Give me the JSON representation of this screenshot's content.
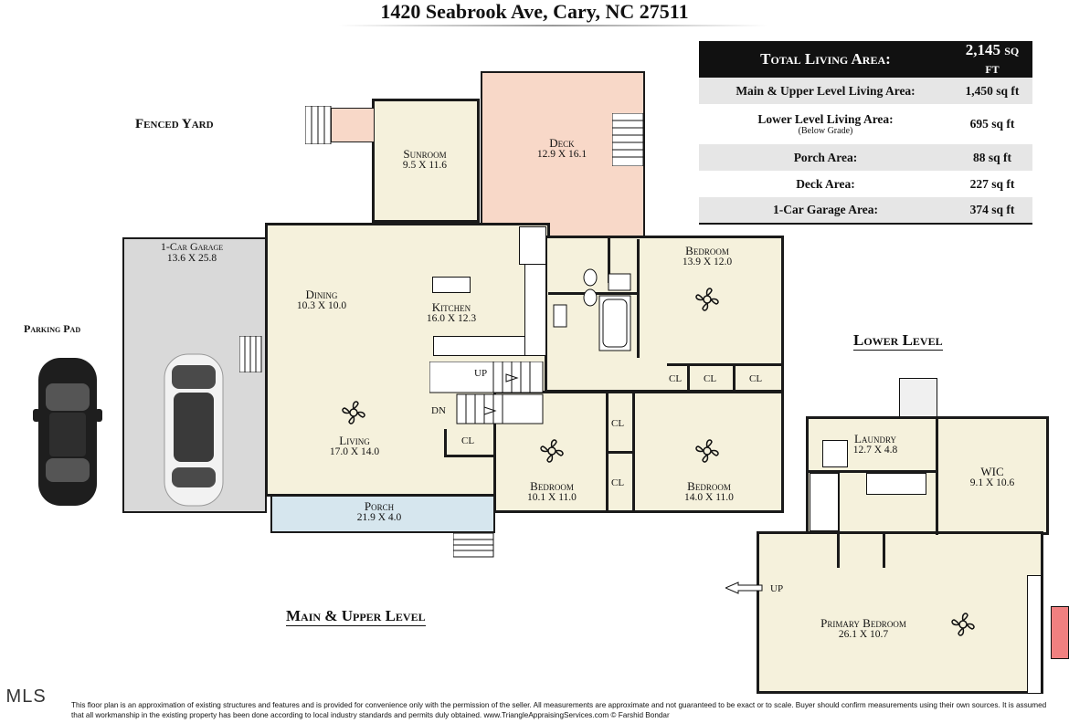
{
  "title": "1420 Seabrook Ave, Cary, NC 27511",
  "area_table": {
    "total_label": "Total Living Area:",
    "total_value": "2,145 sq ft",
    "rows": [
      {
        "label": "Main & Upper Level Living Area:",
        "sub": "",
        "value": "1,450 sq ft"
      },
      {
        "label": "Lower Level Living Area:",
        "sub": "(Below Grade)",
        "value": "695 sq ft"
      },
      {
        "label": "Porch Area:",
        "sub": "",
        "value": "88 sq ft"
      },
      {
        "label": "Deck Area:",
        "sub": "",
        "value": "227 sq ft"
      },
      {
        "label": "1-Car Garage Area:",
        "sub": "",
        "value": "374 sq ft"
      }
    ]
  },
  "outdoor": {
    "fenced_yard": "Fenced Yard",
    "parking_pad": "Parking Pad"
  },
  "levels": {
    "main": "Main & Upper Level",
    "lower": "Lower Level"
  },
  "rooms": {
    "sunroom": {
      "name": "Sunroom",
      "dim": "9.5 X 11.6"
    },
    "deck": {
      "name": "Deck",
      "dim": "12.9 X 16.1"
    },
    "garage": {
      "name": "1-Car Garage",
      "dim": "13.6 X 25.8"
    },
    "dining": {
      "name": "Dining",
      "dim": "10.3 X 10.0"
    },
    "kitchen": {
      "name": "Kitchen",
      "dim": "16.0 X 12.3"
    },
    "living": {
      "name": "Living",
      "dim": "17.0 X 14.0"
    },
    "porch": {
      "name": "Porch",
      "dim": "21.9 X 4.0"
    },
    "bedroom1": {
      "name": "Bedroom",
      "dim": "13.9 X 12.0"
    },
    "bedroom2": {
      "name": "Bedroom",
      "dim": "10.1 X 11.0"
    },
    "bedroom3": {
      "name": "Bedroom",
      "dim": "14.0 X 11.0"
    },
    "laundry": {
      "name": "Laundry",
      "dim": "12.7 X 4.8"
    },
    "wic": {
      "name": "WIC",
      "dim": "9.1 X 10.6"
    },
    "primary": {
      "name": "Primary Bedroom",
      "dim": "26.1 X 10.7"
    }
  },
  "closet_label": "CL",
  "stairs": {
    "up": "UP",
    "down": "DN"
  },
  "mls": " MLS",
  "disclaimer": "This floor plan is an approximation of existing structures and features and is provided for convenience only with the permission of the seller.  All measurements are approximate and not guaranteed to be exact or to scale.  Buyer should confirm measurements using their own sources.  It is assumed that all workmanship in the existing property has been done according to local industry standards and permits duly obtained.        www.TriangleAppraisingServices.com   © Farshid Bondar",
  "colors": {
    "room_fill": "#f5f1dc",
    "deck_fill": "#f8d8c8",
    "garage_fill": "#d9d9d9",
    "porch_fill": "#d6e6ee",
    "fireplace": "#f08080",
    "wall": "#1a1a1a"
  }
}
